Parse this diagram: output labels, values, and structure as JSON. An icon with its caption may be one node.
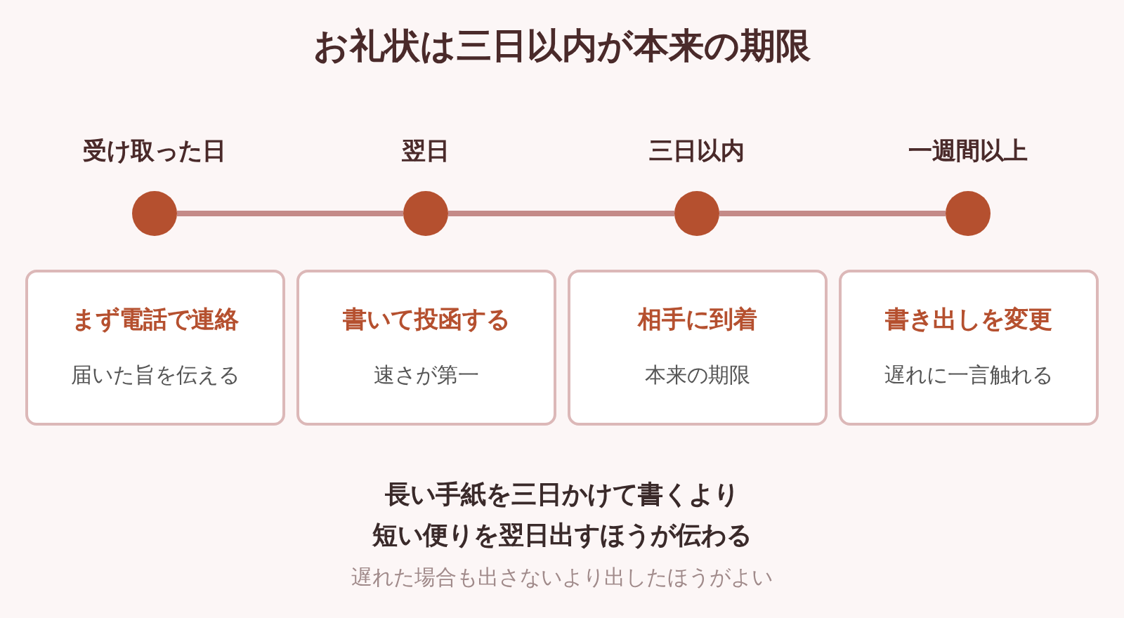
{
  "diagram": {
    "title": "お礼状は三日以内が本来の期限",
    "nodes": [
      {
        "text": [
          "受け取った日"
        ]
      },
      {
        "text": [
          "翌日"
        ]
      },
      {
        "text": [
          "三日以内"
        ]
      },
      {
        "text": [
          "一週間以上"
        ]
      },
      {
        "text": [
          "まず電話で連絡",
          "届いた旨を伝える"
        ]
      },
      {
        "text": [
          "書いて投函する",
          "速さが第一"
        ]
      },
      {
        "text": [
          "相手に到着",
          "本来の期限"
        ]
      },
      {
        "text": [
          "書き出しを変更",
          "遅れに一言触れる"
        ]
      }
    ],
    "edges": [
      {
        "from": 0,
        "to": 1,
        "arrow": "none"
      },
      {
        "from": 1,
        "to": 2,
        "arrow": "none"
      },
      {
        "from": 2,
        "to": 3,
        "arrow": "none"
      }
    ],
    "labels": [
      "長い手紙を三日かけて書くより",
      "短い便りを翌日出すほうが伝わる",
      "遅れた場合も出さないより出したほうがよい"
    ]
  }
}
